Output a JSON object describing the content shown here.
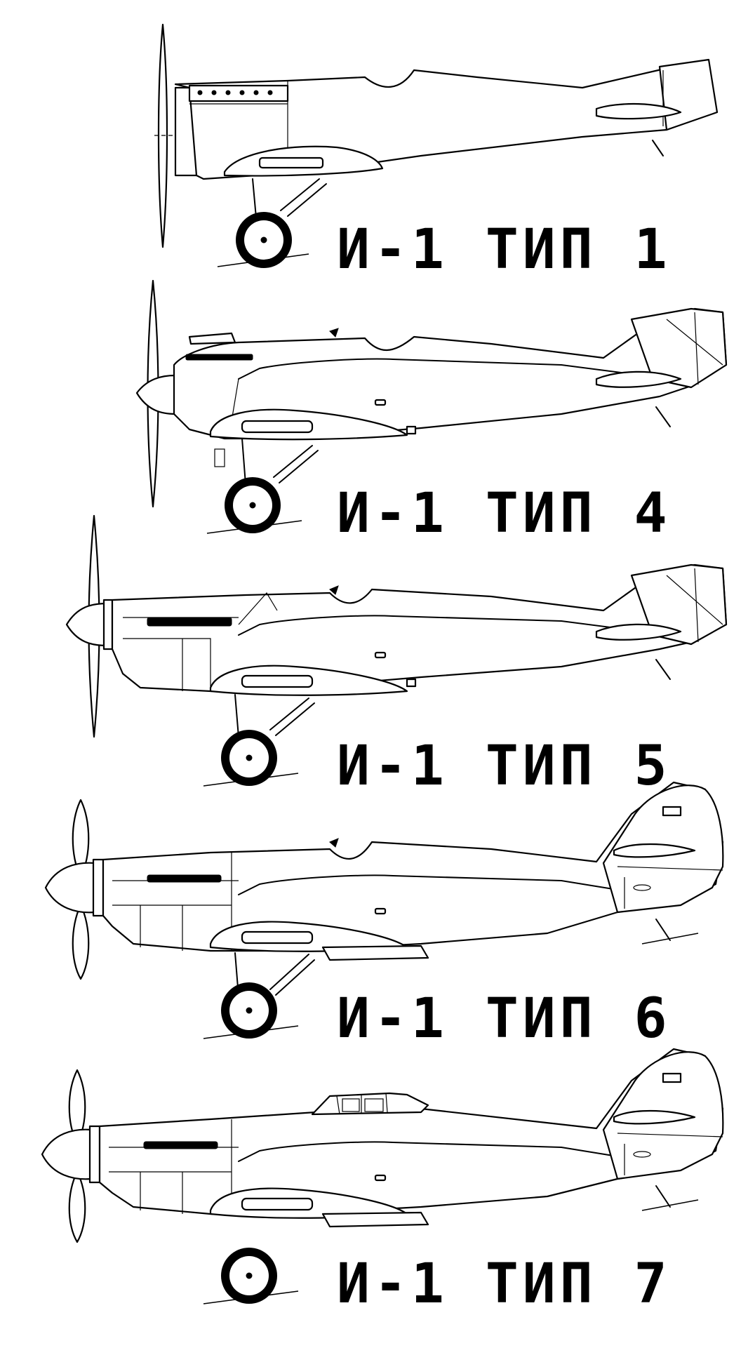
{
  "figure": {
    "variants": [
      {
        "id": "type1",
        "label": "И-1 ТИП 1",
        "engine": "inline-radiator",
        "has_canopy": false,
        "has_landing_gear_strut": true
      },
      {
        "id": "type4",
        "label": "И-1 ТИП 4",
        "engine": "inline-spinner",
        "has_canopy": false,
        "has_landing_gear_strut": true
      },
      {
        "id": "type5",
        "label": "И-1 ТИП 5",
        "engine": "inline-spinner-cowled",
        "has_canopy": false,
        "has_landing_gear_strut": true
      },
      {
        "id": "type6",
        "label": "И-1 ТИП 6",
        "engine": "two-blade-spinner",
        "has_canopy": false,
        "has_landing_gear_strut": true
      },
      {
        "id": "type7",
        "label": "И-1 ТИП 7",
        "engine": "two-blade-spinner",
        "has_canopy": true,
        "has_landing_gear_strut": false
      }
    ]
  },
  "colors": {
    "ink": "#000000",
    "paper": "#ffffff"
  }
}
